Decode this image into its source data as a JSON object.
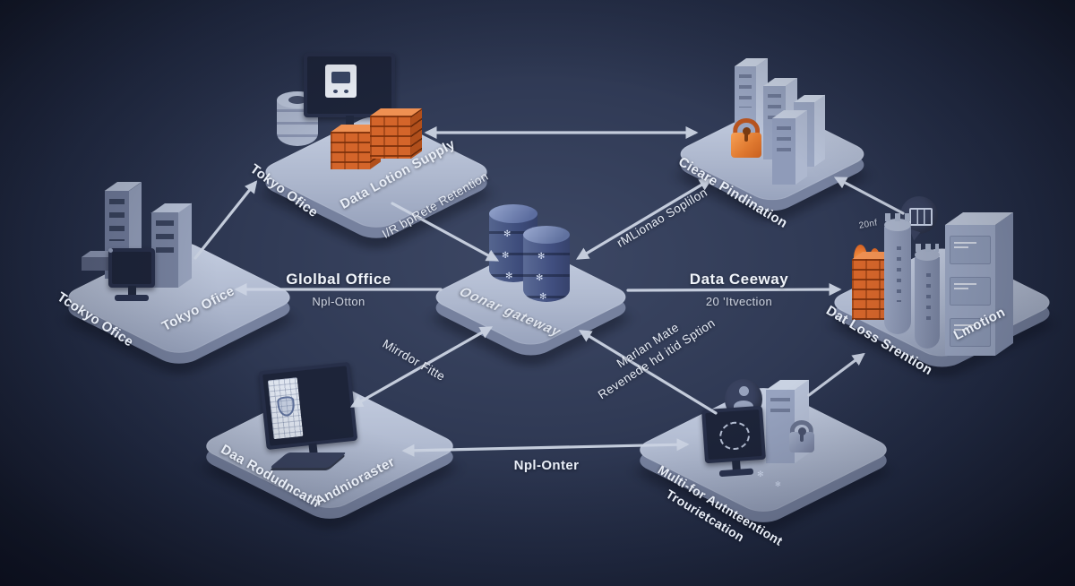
{
  "diagram": {
    "colors": {
      "background": "#303a55",
      "platform": "#aeb8ce",
      "accent_orange": "#d4652a",
      "database_navy": "#46568a",
      "arrow": "#ccd4e3",
      "text": "#e9eef7"
    },
    "icons": {
      "sparkle": "✻"
    },
    "nodes": {
      "left": {
        "label_a": "Tcokyo Ofice",
        "label_b": "Tokyo Ofice"
      },
      "top_left": {
        "label": "Data Lotion Supply"
      },
      "top_right": {
        "label": "Cieare Pindination"
      },
      "center": {
        "surface_label": "Oonar gateway"
      },
      "right": {
        "label_a": "Dat Loss Srention",
        "label_b": "Lmotion",
        "badge": "20nf"
      },
      "bottom_left": {
        "label_a": "Daa Rodudncath",
        "label_b": "Andnioraster"
      },
      "bottom_right": {
        "label_line1": "Multi-for Autnteentiont",
        "label_line2": "Trourietcation"
      }
    },
    "edges": {
      "left_to_top_left": {
        "label": "Tokyo Ofice"
      },
      "top_left_to_center": {
        "label": "I/R bpRete Retention"
      },
      "center_to_top_right": {
        "label": "rMLionao Soplilon"
      },
      "center_to_left": {
        "label": "Glolbal Office",
        "sublabel": "Npl-Otton"
      },
      "center_to_right": {
        "label": "Data Ceeway",
        "sublabel": "20 'Itvection"
      },
      "center_to_bottom_left": {
        "label": "Mirrdor Fitte"
      },
      "bottom_right_to_center": {
        "label_line1": "Marlan Mate",
        "label_line2": "Revenede hd itid Sption"
      },
      "bottom_left_to_bottom_right": {
        "label": "Npl-Onter"
      }
    }
  }
}
